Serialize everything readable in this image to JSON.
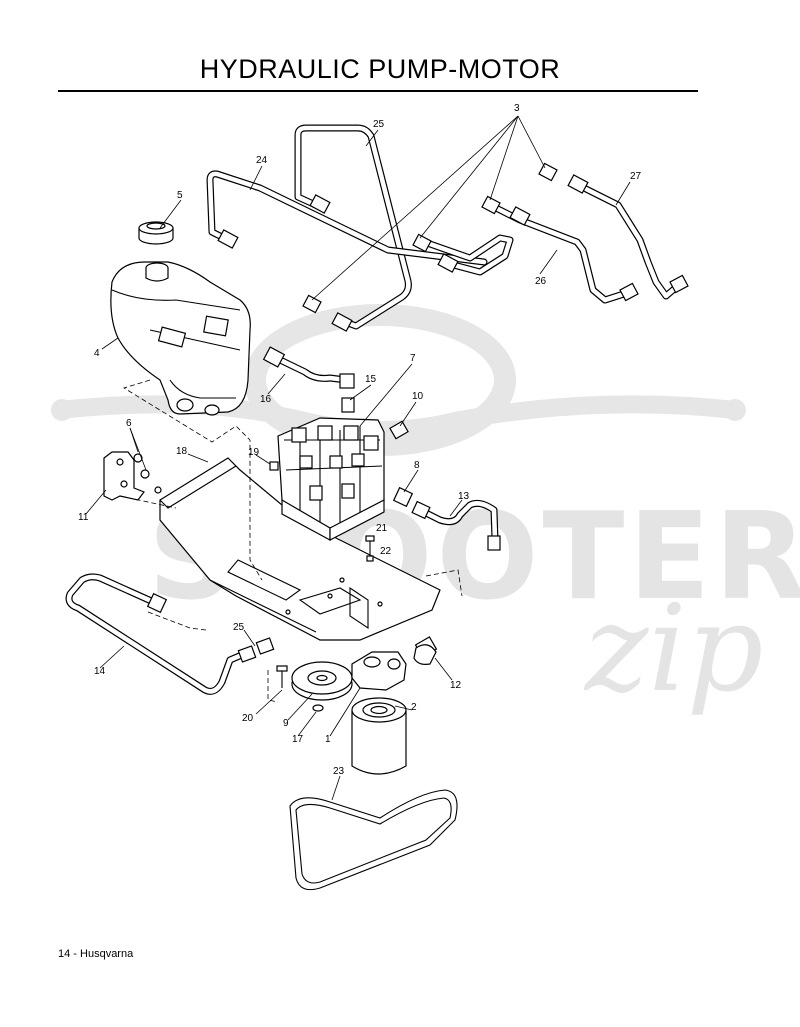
{
  "page": {
    "title": "HYDRAULIC PUMP-MOTOR",
    "footer": "14 - Husqvarna",
    "watermark_main": "SCOOTER",
    "watermark_script": "zip"
  },
  "callouts": [
    {
      "n": "3"
    },
    {
      "n": "25"
    },
    {
      "n": "24"
    },
    {
      "n": "27"
    },
    {
      "n": "5"
    },
    {
      "n": "26"
    },
    {
      "n": "4"
    },
    {
      "n": "7"
    },
    {
      "n": "15"
    },
    {
      "n": "16"
    },
    {
      "n": "10"
    },
    {
      "n": "6"
    },
    {
      "n": "18"
    },
    {
      "n": "19"
    },
    {
      "n": "8"
    },
    {
      "n": "13"
    },
    {
      "n": "11"
    },
    {
      "n": "21"
    },
    {
      "n": "22"
    },
    {
      "n": "14"
    },
    {
      "n": "25"
    },
    {
      "n": "12"
    },
    {
      "n": "20"
    },
    {
      "n": "9"
    },
    {
      "n": "17"
    },
    {
      "n": "1"
    },
    {
      "n": "2"
    },
    {
      "n": "23"
    }
  ]
}
